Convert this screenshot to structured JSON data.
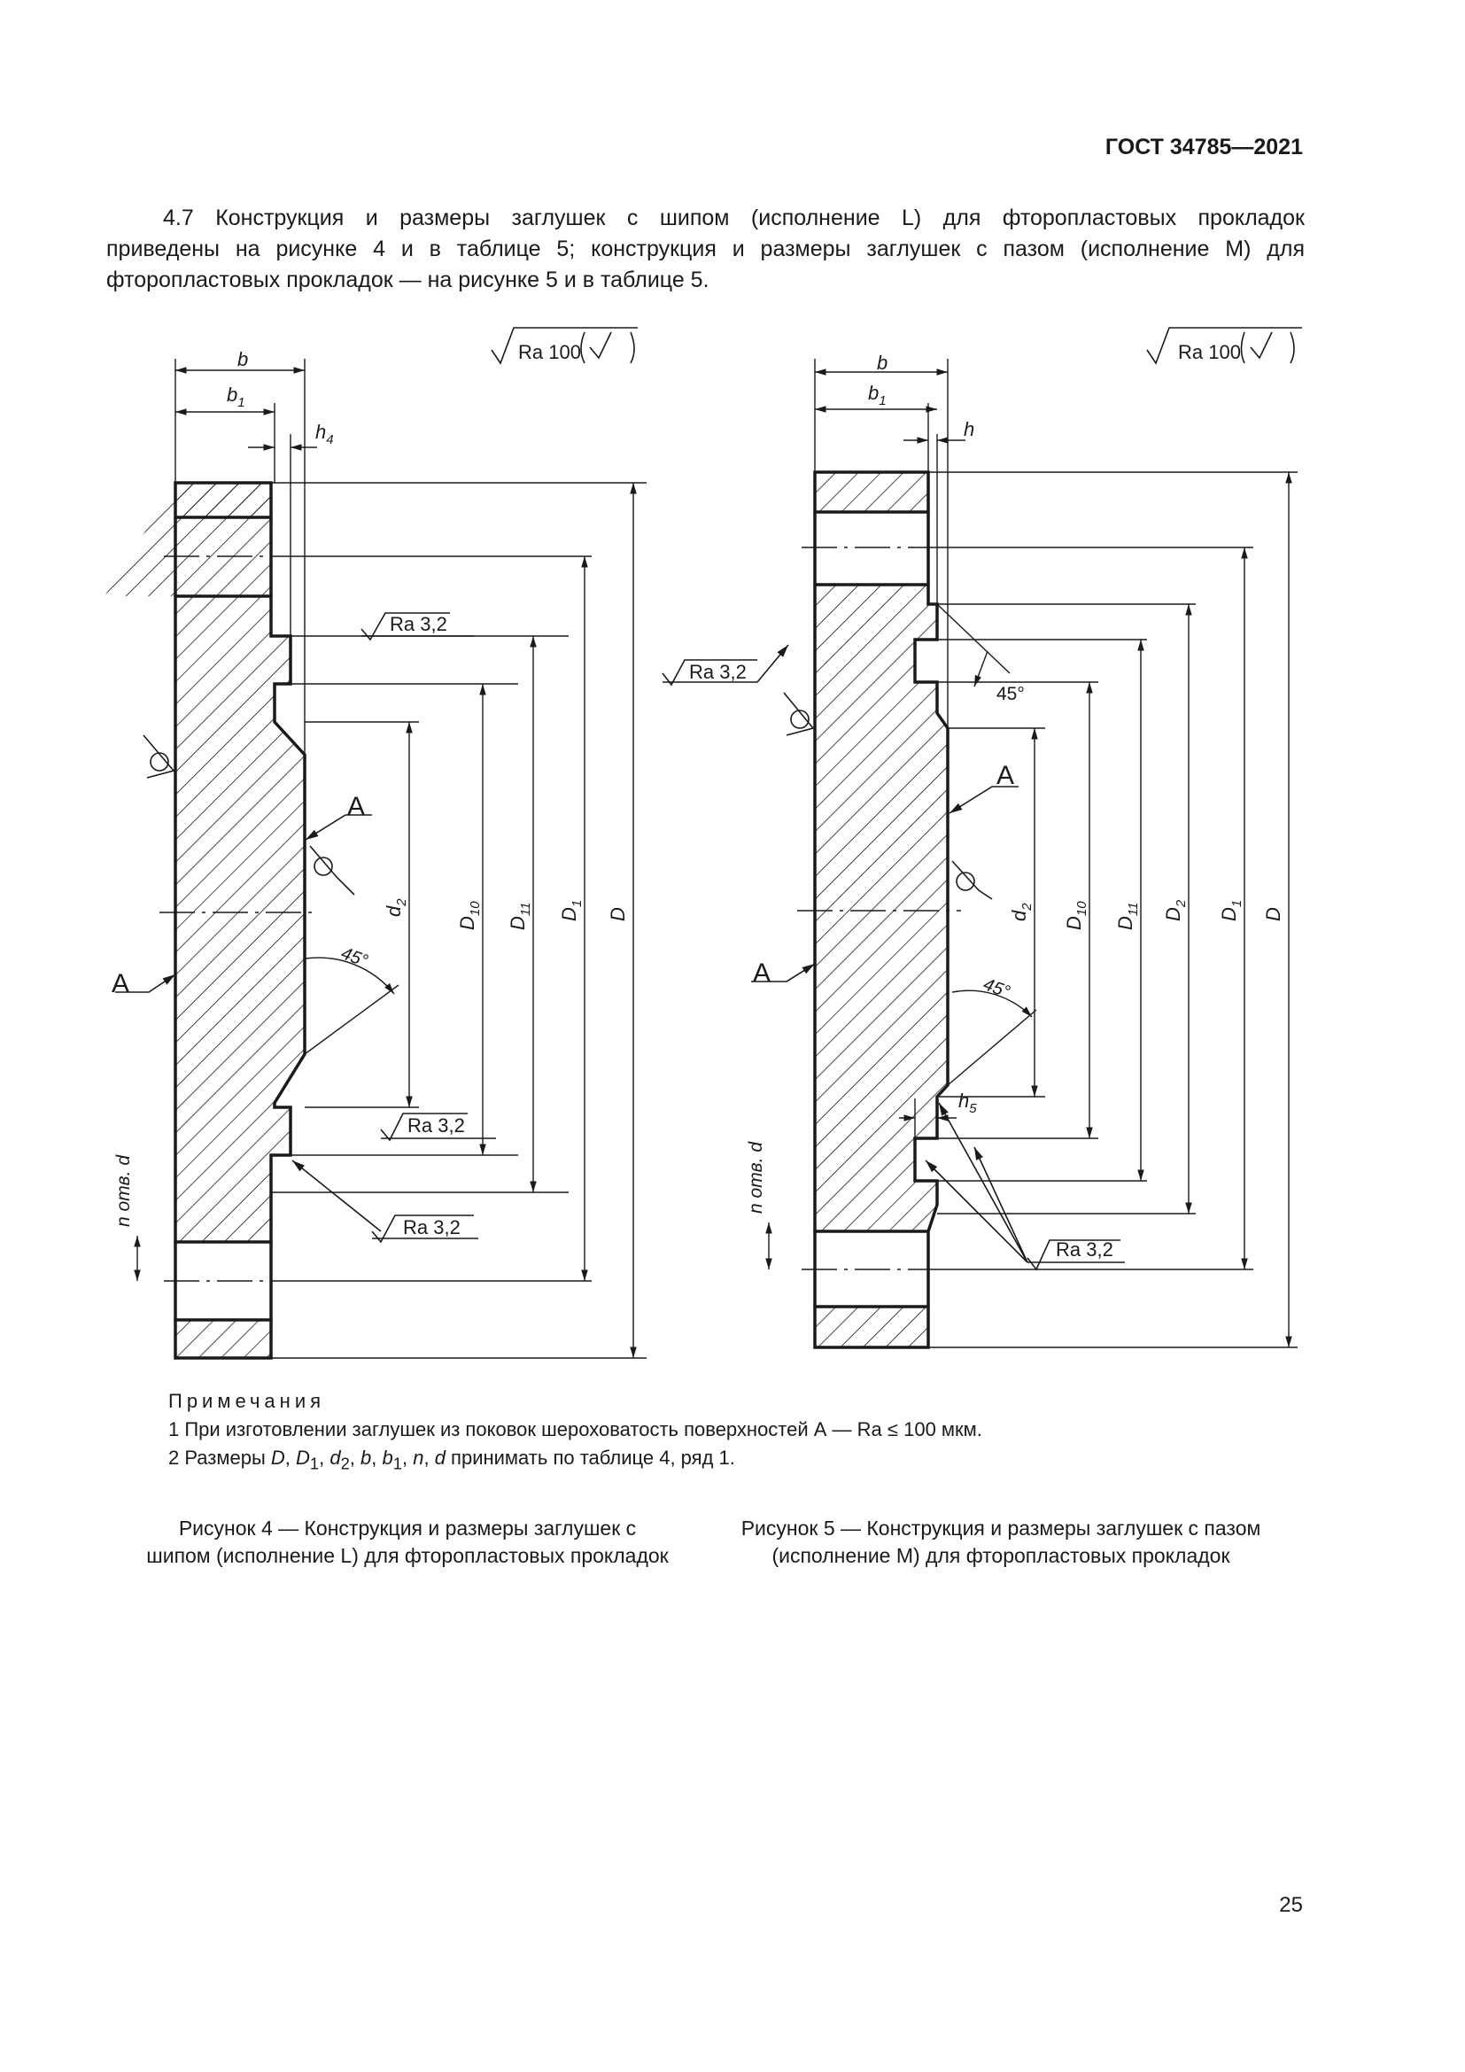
{
  "header": {
    "standard": "ГОСТ 34785—2021"
  },
  "paragraph": {
    "lines": [
      "4.7 Конструкция и размеры заглушек с шипом (исполнение L) для фторопластовых прокладок",
      "приведены на рисунке 4 и в таблице 5; конструкция и размеры заглушек с пазом (исполнение M) для",
      "фторопластовых прокладок — на рисунке 5 и в таблице 5."
    ]
  },
  "figure4": {
    "roughness_general": "Ra 100",
    "roughness_face": "Ra 3,2",
    "b": "b",
    "b1": "b",
    "b1_sub": "1",
    "h4": "h",
    "h4_sub": "4",
    "d2": "d",
    "d2_sub": "2",
    "D10": "D",
    "D10_sub": "10",
    "D11": "D",
    "D11_sub": "11",
    "D1": "D",
    "D1_sub": "1",
    "D": "D",
    "angle": "45°",
    "surface_A": "A",
    "holes": "n отв. d"
  },
  "figure5": {
    "roughness_general": "Ra 100",
    "roughness_face": "Ra 3,2",
    "b": "b",
    "b1": "b",
    "b1_sub": "1",
    "h": "h",
    "h5": "h",
    "h5_sub": "5",
    "d2": "d",
    "d2_sub": "2",
    "D10": "D",
    "D10_sub": "10",
    "D11": "D",
    "D11_sub": "11",
    "D2": "D",
    "D2_sub": "2",
    "D1": "D",
    "D1_sub": "1",
    "D": "D",
    "angle": "45°",
    "surface_A": "A",
    "holes": "n отв. d"
  },
  "notes": {
    "heading": "Примечания",
    "note1": "1 При изготовлении заглушек из поковок шероховатость поверхностей А —  Ra ≤ 100 мкм.",
    "note2_prefix": "2 Размеры ",
    "note2_suffix": " принимать по таблице 4, ряд 1."
  },
  "captions": {
    "fig4_line1": "Рисунок 4 — Конструкция и размеры заглушек с",
    "fig4_line2": "шипом (исполнение L) для фторопластовых прокладок",
    "fig5_line1": "Рисунок 5 — Конструкция и размеры заглушек с пазом",
    "fig5_line2": "(исполнение M) для фторопластовых прокладок"
  },
  "page_number": "25"
}
